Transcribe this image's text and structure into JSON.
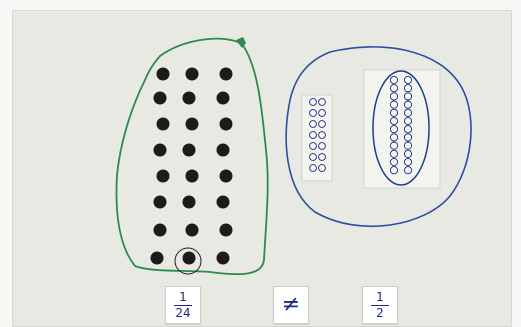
{
  "left_fraction": {
    "numerator": "1",
    "denominator": "24"
  },
  "relation_symbol": "≠",
  "right_fraction": {
    "numerator": "1",
    "denominator": "2"
  },
  "colors": {
    "board": "#e9e9e4",
    "green_string": "#2d8a4e",
    "blue_string": "#2c4fa0",
    "counter": "#1e1b1a",
    "ink": "#1b2a8a"
  },
  "left_group": {
    "counter_count": 24,
    "circled_counter_count": 1
  },
  "right_group": {
    "small_card_counters": 14,
    "large_oval_counters": 24
  }
}
